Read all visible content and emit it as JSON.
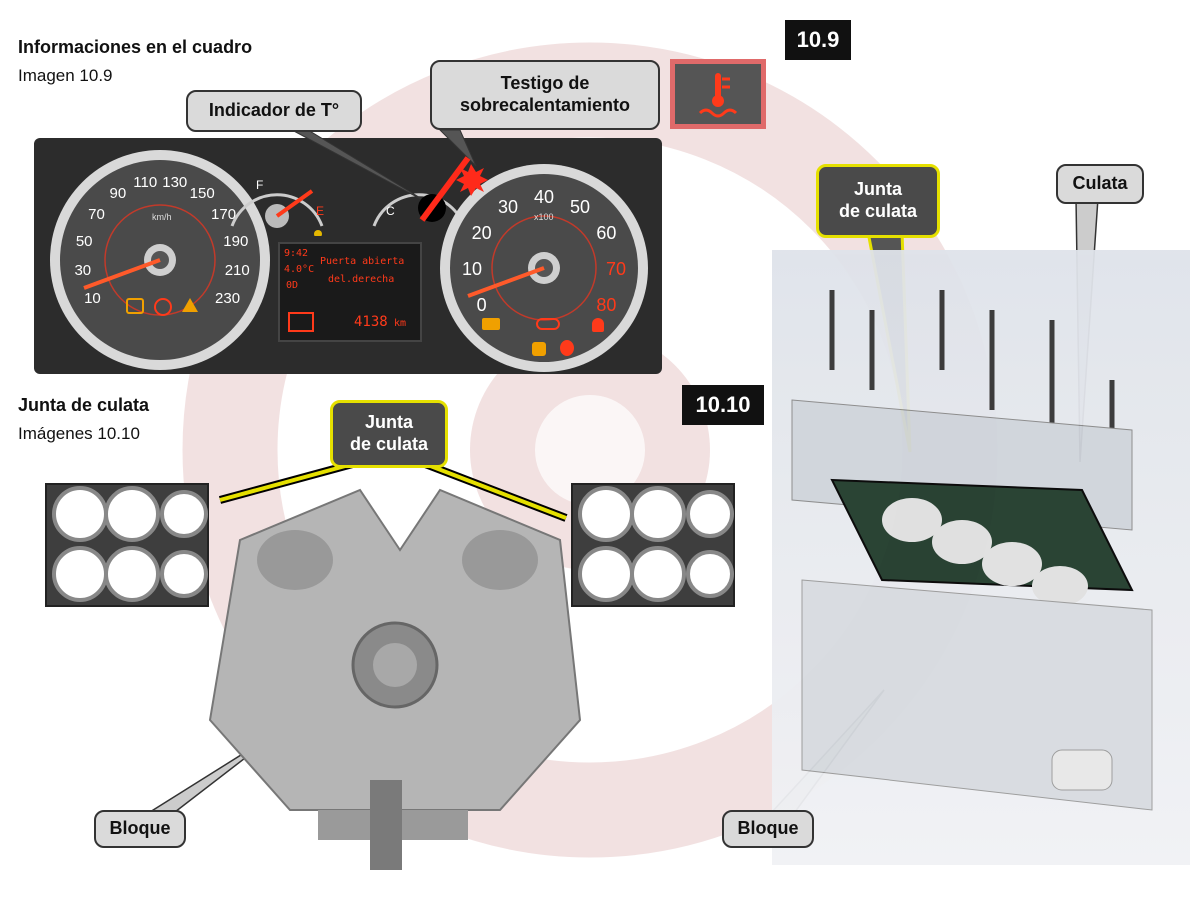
{
  "header": {
    "section1_title": "Informaciones en el cuadro",
    "section1_sub": "Imagen 10.9",
    "section2_title": "Junta de culata",
    "section2_sub": "Imágenes 10.10"
  },
  "figure_tags": {
    "fig1": "10.9",
    "fig2": "10.10"
  },
  "callouts": {
    "temp_indicator": "Indicador de T°",
    "overheat_line1": "Testigo de",
    "overheat_line2": "sobrecalentamiento",
    "gasket_center_line1": "Junta",
    "gasket_center_line2": "de culata",
    "gasket_right_line1": "Junta",
    "gasket_right_line2": "de culata",
    "culata": "Culata",
    "bloque_left": "Bloque",
    "bloque_right": "Bloque"
  },
  "dashboard": {
    "speed_ticks": [
      "10",
      "30",
      "50",
      "70",
      "90",
      "110",
      "130",
      "150",
      "170",
      "190",
      "210",
      "230"
    ],
    "speed_unit": "km/h",
    "rpm_ticks": [
      "0",
      "10",
      "20",
      "30",
      "40",
      "50",
      "60",
      "70",
      "80"
    ],
    "rpm_unit": "x100",
    "fuel_labels": [
      "F",
      "E"
    ],
    "temp_labels": [
      "C"
    ],
    "display_time": "9:42",
    "display_temp": "4.0°C",
    "display_msg_line1": "Puerta abierta",
    "display_msg_line2": "del.derecha",
    "display_odometer": "4138",
    "display_odo_unit": "km",
    "display_gear": "0D"
  },
  "colors": {
    "accent_yellow": "#e5e000",
    "warning_red": "#e03a3a",
    "display_orange": "#ff3a1a",
    "figtag_bg": "#111111"
  }
}
